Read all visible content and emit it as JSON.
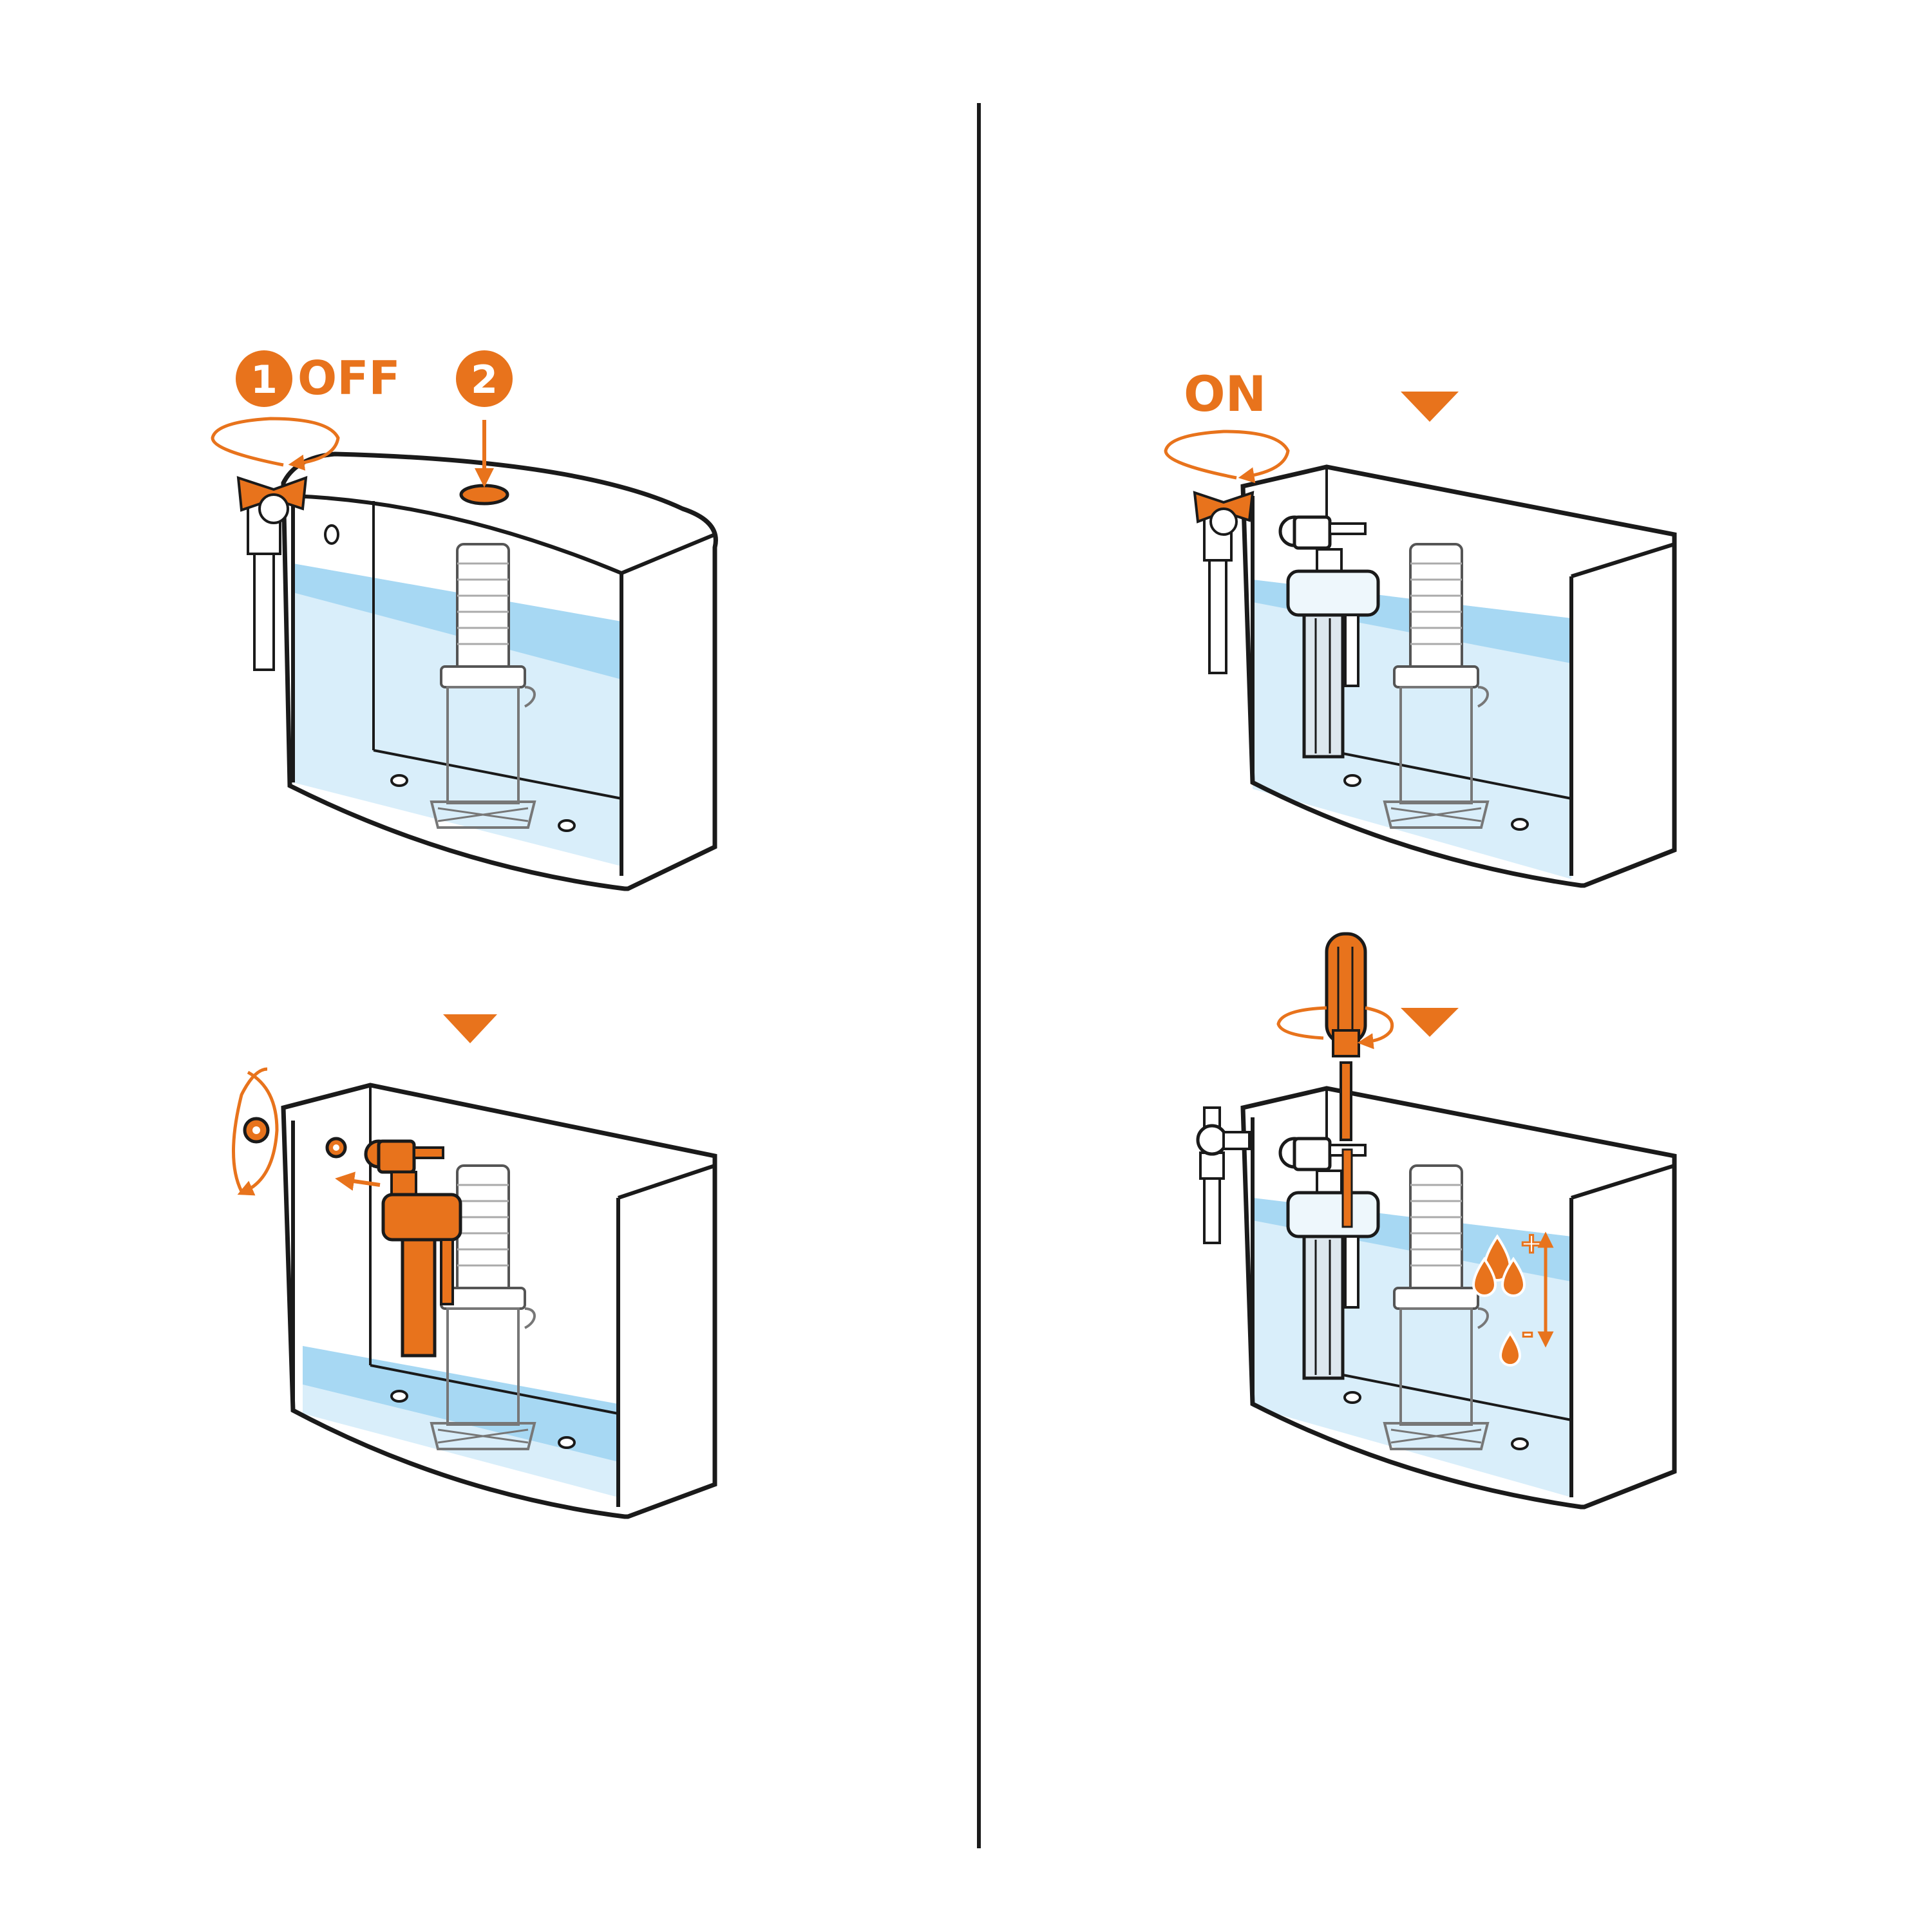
{
  "colors": {
    "accent": "#e8731c",
    "water_light": "#d9eefa",
    "water_surface": "#a7d8f3",
    "outline": "#1a1a1a",
    "background": "#ffffff"
  },
  "steps": {
    "step1": {
      "number": "1",
      "label": "OFF"
    },
    "step2": {
      "number": "2"
    },
    "step5": {
      "label": "ON"
    },
    "step6": {
      "plus": "+",
      "minus": "-"
    }
  },
  "icons": {
    "valve": "valve-icon",
    "flush_button": "flush-button-icon",
    "rotate_arrow": "rotate-arrow-icon",
    "down_triangle": "next-step-triangle-icon",
    "screwdriver": "screwdriver-icon",
    "water_drops": "water-drop-icon"
  }
}
